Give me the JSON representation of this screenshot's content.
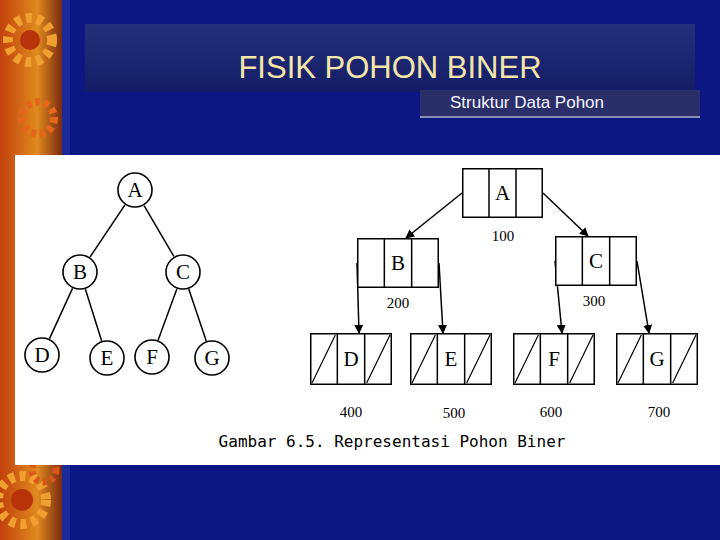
{
  "diagram": {
    "title": "FISIK POHON BINER",
    "caption": "Gambar 6.5. Representasi Pohon Biner",
    "nodes": [
      {
        "text": [
          "A"
        ]
      },
      {
        "text": [
          "B"
        ]
      },
      {
        "text": [
          "C"
        ]
      },
      {
        "text": [
          "D"
        ]
      },
      {
        "text": [
          "E"
        ]
      },
      {
        "text": [
          "F"
        ]
      },
      {
        "text": [
          "G"
        ]
      },
      {
        "text": [
          "A"
        ]
      },
      {
        "text": [
          "B"
        ]
      },
      {
        "text": [
          "C"
        ]
      },
      {
        "text": [
          "D"
        ]
      },
      {
        "text": [
          "E"
        ]
      },
      {
        "text": [
          "F"
        ]
      },
      {
        "text": [
          "G"
        ]
      }
    ],
    "edges": [
      {
        "from": 0,
        "to": 1,
        "arrow": "none"
      },
      {
        "from": 0,
        "to": 2,
        "arrow": "none"
      },
      {
        "from": 1,
        "to": 3,
        "arrow": "none"
      },
      {
        "from": 1,
        "to": 4,
        "arrow": "none"
      },
      {
        "from": 2,
        "to": 5,
        "arrow": "none"
      },
      {
        "from": 2,
        "to": 6,
        "arrow": "none"
      },
      {
        "from": 7,
        "to": 8,
        "arrow": "to"
      },
      {
        "from": 7,
        "to": 9,
        "arrow": "to"
      },
      {
        "from": 8,
        "to": 10,
        "arrow": "to"
      },
      {
        "from": 8,
        "to": 11,
        "arrow": "to"
      },
      {
        "from": 9,
        "to": 12,
        "arrow": "to"
      },
      {
        "from": 9,
        "to": 13,
        "arrow": "to"
      }
    ],
    "labels": [
      "Struktur Data Pohon",
      "100",
      "200",
      "300",
      "400",
      "500",
      "600",
      "700"
    ]
  }
}
